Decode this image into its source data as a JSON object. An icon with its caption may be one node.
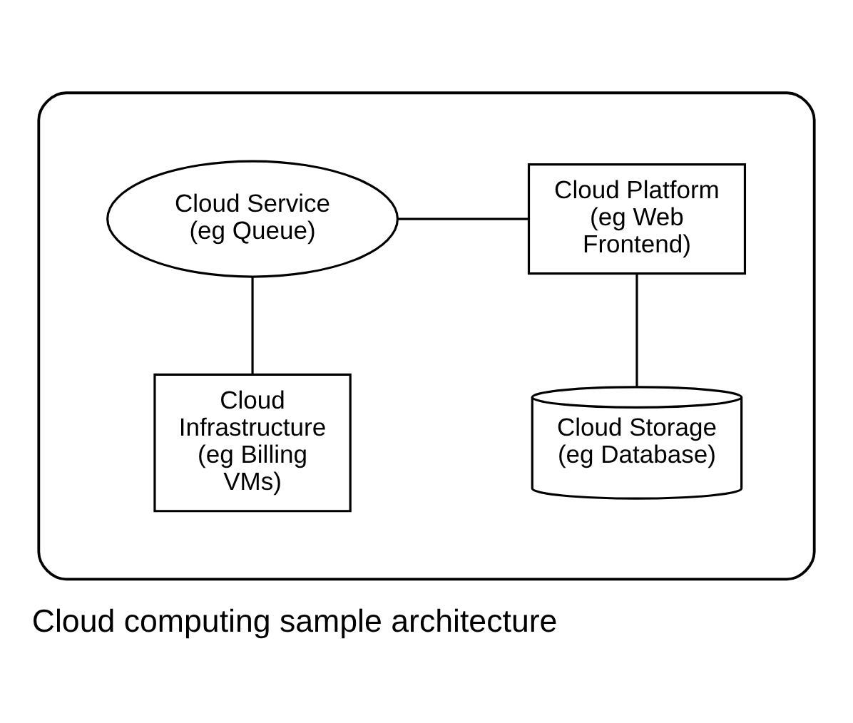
{
  "diagram": {
    "caption": "Cloud computing sample architecture",
    "nodes": [
      {
        "text": [],
        "shape": "cloud"
      },
      {
        "text": [
          "Cloud Service (eg Queue)"
        ],
        "in": 0
      },
      {
        "text": [
          "Cloud Platform (eg Web Frontend)"
        ],
        "in": 0
      },
      {
        "text": [
          "Cloud Infrastructure (eg Billing VMs)"
        ],
        "in": 0
      },
      {
        "text": [
          "Cloud Storage (eg Database)"
        ],
        "in": 0
      }
    ],
    "edges": [
      {
        "from": 1,
        "to": 2,
        "arrow": "none"
      },
      {
        "from": 1,
        "to": 3,
        "arrow": "none"
      },
      {
        "from": 2,
        "to": 4,
        "arrow": "none"
      }
    ]
  }
}
